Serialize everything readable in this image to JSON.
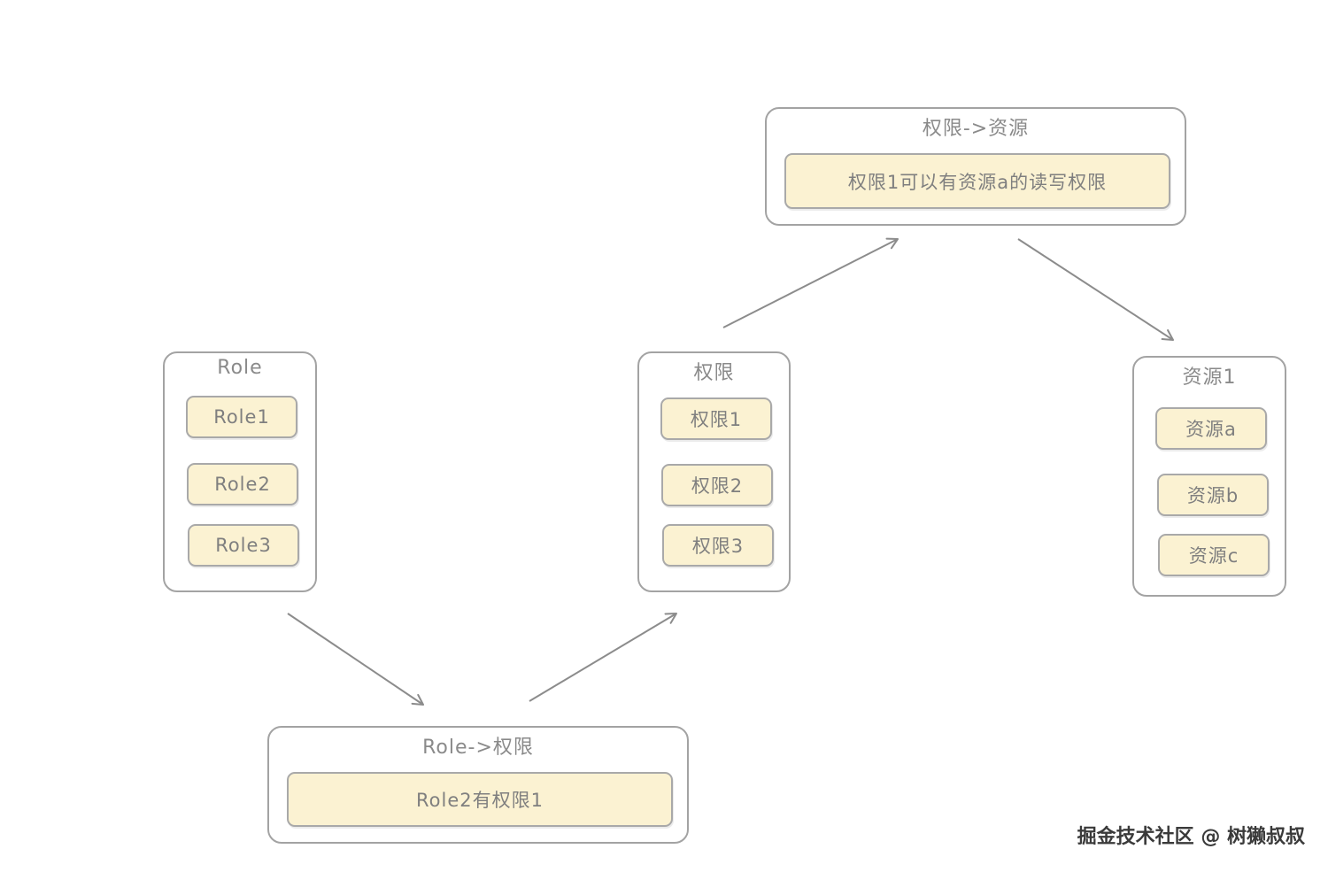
{
  "groups": {
    "role": {
      "title": "Role",
      "items": [
        "Role1",
        "Role2",
        "Role3"
      ]
    },
    "role_perm": {
      "title": "Role->权限",
      "items": [
        "Role2有权限1"
      ]
    },
    "perm": {
      "title": "权限",
      "items": [
        "权限1",
        "权限2",
        "权限3"
      ]
    },
    "perm_res": {
      "title": "权限->资源",
      "items": [
        "权限1可以有资源a的读写权限"
      ]
    },
    "res": {
      "title": "资源1",
      "items": [
        "资源a",
        "资源b",
        "资源c"
      ]
    }
  },
  "watermark": "掘金技术社区 @ 树獭叔叔",
  "colors": {
    "box_border": "#a3a3a3",
    "item_fill": "#fbf2d2",
    "arrow": "#8c8c8c",
    "text": "#8a8a8a"
  }
}
